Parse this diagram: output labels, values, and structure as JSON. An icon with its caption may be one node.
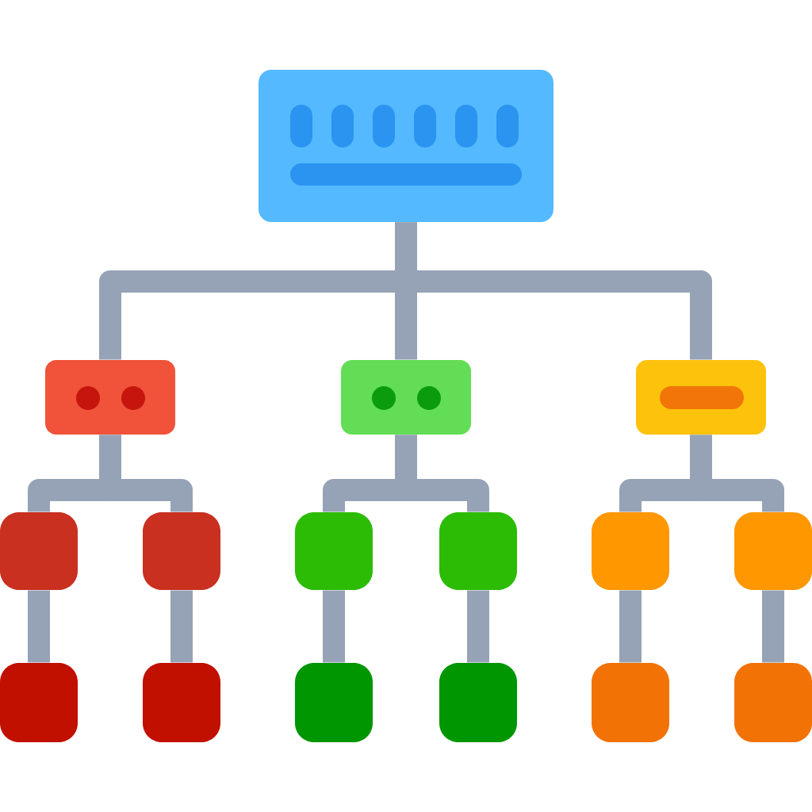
{
  "diagram": {
    "nodes": [
      {
        "text": [],
        "shape": "box"
      },
      {
        "text": [],
        "shape": "box"
      },
      {
        "text": [],
        "shape": "box"
      },
      {
        "text": [],
        "shape": "box"
      },
      {
        "text": [],
        "shape": "box"
      },
      {
        "text": [],
        "shape": "box"
      },
      {
        "text": [],
        "shape": "box"
      },
      {
        "text": [],
        "shape": "box"
      },
      {
        "text": [],
        "shape": "box"
      },
      {
        "text": [],
        "shape": "box"
      },
      {
        "text": [],
        "shape": "box"
      },
      {
        "text": [],
        "shape": "box"
      },
      {
        "text": [],
        "shape": "box"
      },
      {
        "text": [],
        "shape": "box"
      },
      {
        "text": [],
        "shape": "box"
      },
      {
        "text": [],
        "shape": "box"
      }
    ],
    "edges": [
      {
        "from": 0,
        "to": 1,
        "arrow": "none"
      },
      {
        "from": 0,
        "to": 2,
        "arrow": "none"
      },
      {
        "from": 0,
        "to": 3,
        "arrow": "none"
      },
      {
        "from": 1,
        "to": 4,
        "arrow": "none"
      },
      {
        "from": 1,
        "to": 5,
        "arrow": "none"
      },
      {
        "from": 2,
        "to": 6,
        "arrow": "none"
      },
      {
        "from": 2,
        "to": 7,
        "arrow": "none"
      },
      {
        "from": 3,
        "to": 8,
        "arrow": "none"
      },
      {
        "from": 3,
        "to": 9,
        "arrow": "none"
      },
      {
        "from": 4,
        "to": 10,
        "arrow": "none"
      },
      {
        "from": 5,
        "to": 11,
        "arrow": "none"
      },
      {
        "from": 6,
        "to": 12,
        "arrow": "none"
      },
      {
        "from": 7,
        "to": 13,
        "arrow": "none"
      },
      {
        "from": 8,
        "to": 14,
        "arrow": "none"
      },
      {
        "from": 9,
        "to": 15,
        "arrow": "none"
      }
    ]
  }
}
